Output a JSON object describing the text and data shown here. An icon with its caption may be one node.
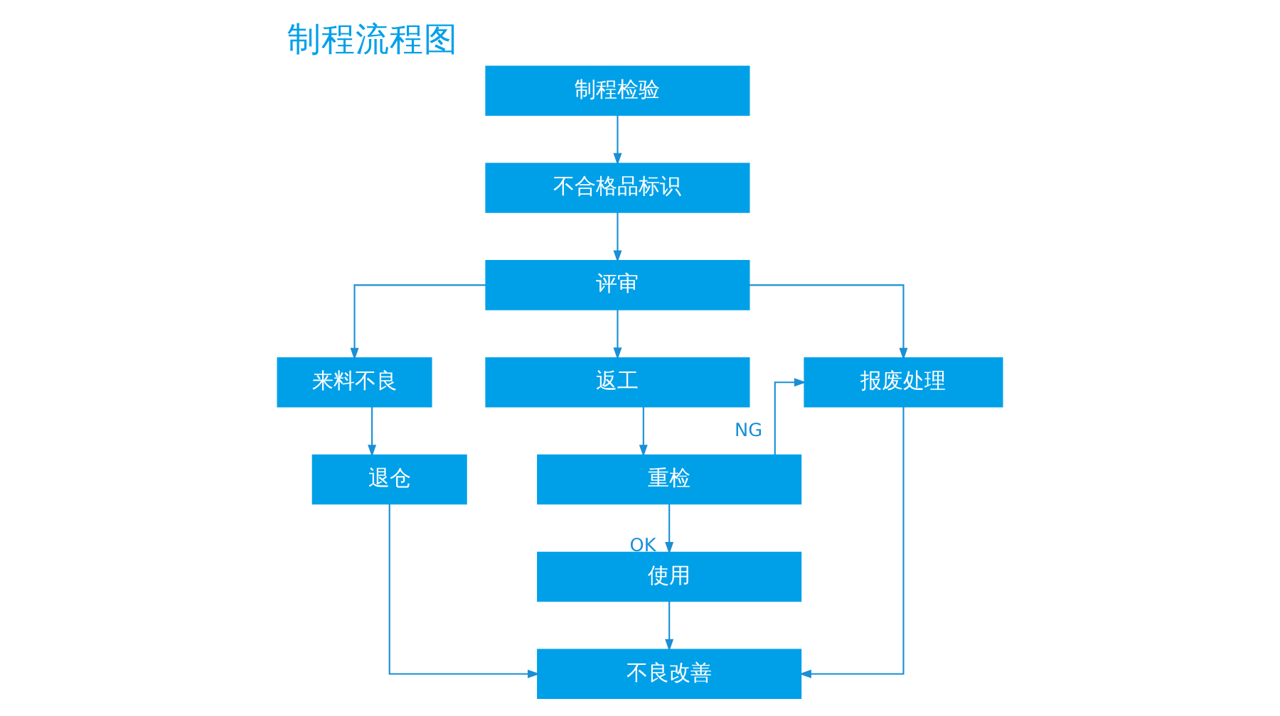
{
  "diagram": {
    "title": "制程流程图",
    "nodes": [
      {
        "text": [
          "制程检验"
        ]
      },
      {
        "text": [
          "不合格品标识"
        ]
      },
      {
        "text": [
          "评审"
        ]
      },
      {
        "text": [
          "来料不良"
        ]
      },
      {
        "text": [
          "返工"
        ]
      },
      {
        "text": [
          "报废处理"
        ]
      },
      {
        "text": [
          "退仓"
        ]
      },
      {
        "text": [
          "重检"
        ]
      },
      {
        "text": [
          "使用"
        ]
      },
      {
        "text": [
          "不良改善"
        ]
      }
    ],
    "edges": [
      {
        "from": 0,
        "to": 1,
        "arrow": "to"
      },
      {
        "from": 1,
        "to": 2,
        "arrow": "to"
      },
      {
        "from": 2,
        "to": 3,
        "arrow": "to"
      },
      {
        "from": 2,
        "to": 4,
        "arrow": "to"
      },
      {
        "from": 2,
        "to": 5,
        "arrow": "to"
      },
      {
        "from": 3,
        "to": 6,
        "arrow": "to"
      },
      {
        "from": 4,
        "to": 7,
        "arrow": "to"
      },
      {
        "from": 7,
        "to": 5,
        "arrow": "to",
        "label": "NG"
      },
      {
        "from": 7,
        "to": 8,
        "arrow": "to",
        "label": "OK"
      },
      {
        "from": 8,
        "to": 9,
        "arrow": "to"
      },
      {
        "from": 6,
        "to": 9,
        "arrow": "to"
      },
      {
        "from": 5,
        "to": 9,
        "arrow": "to"
      }
    ]
  }
}
